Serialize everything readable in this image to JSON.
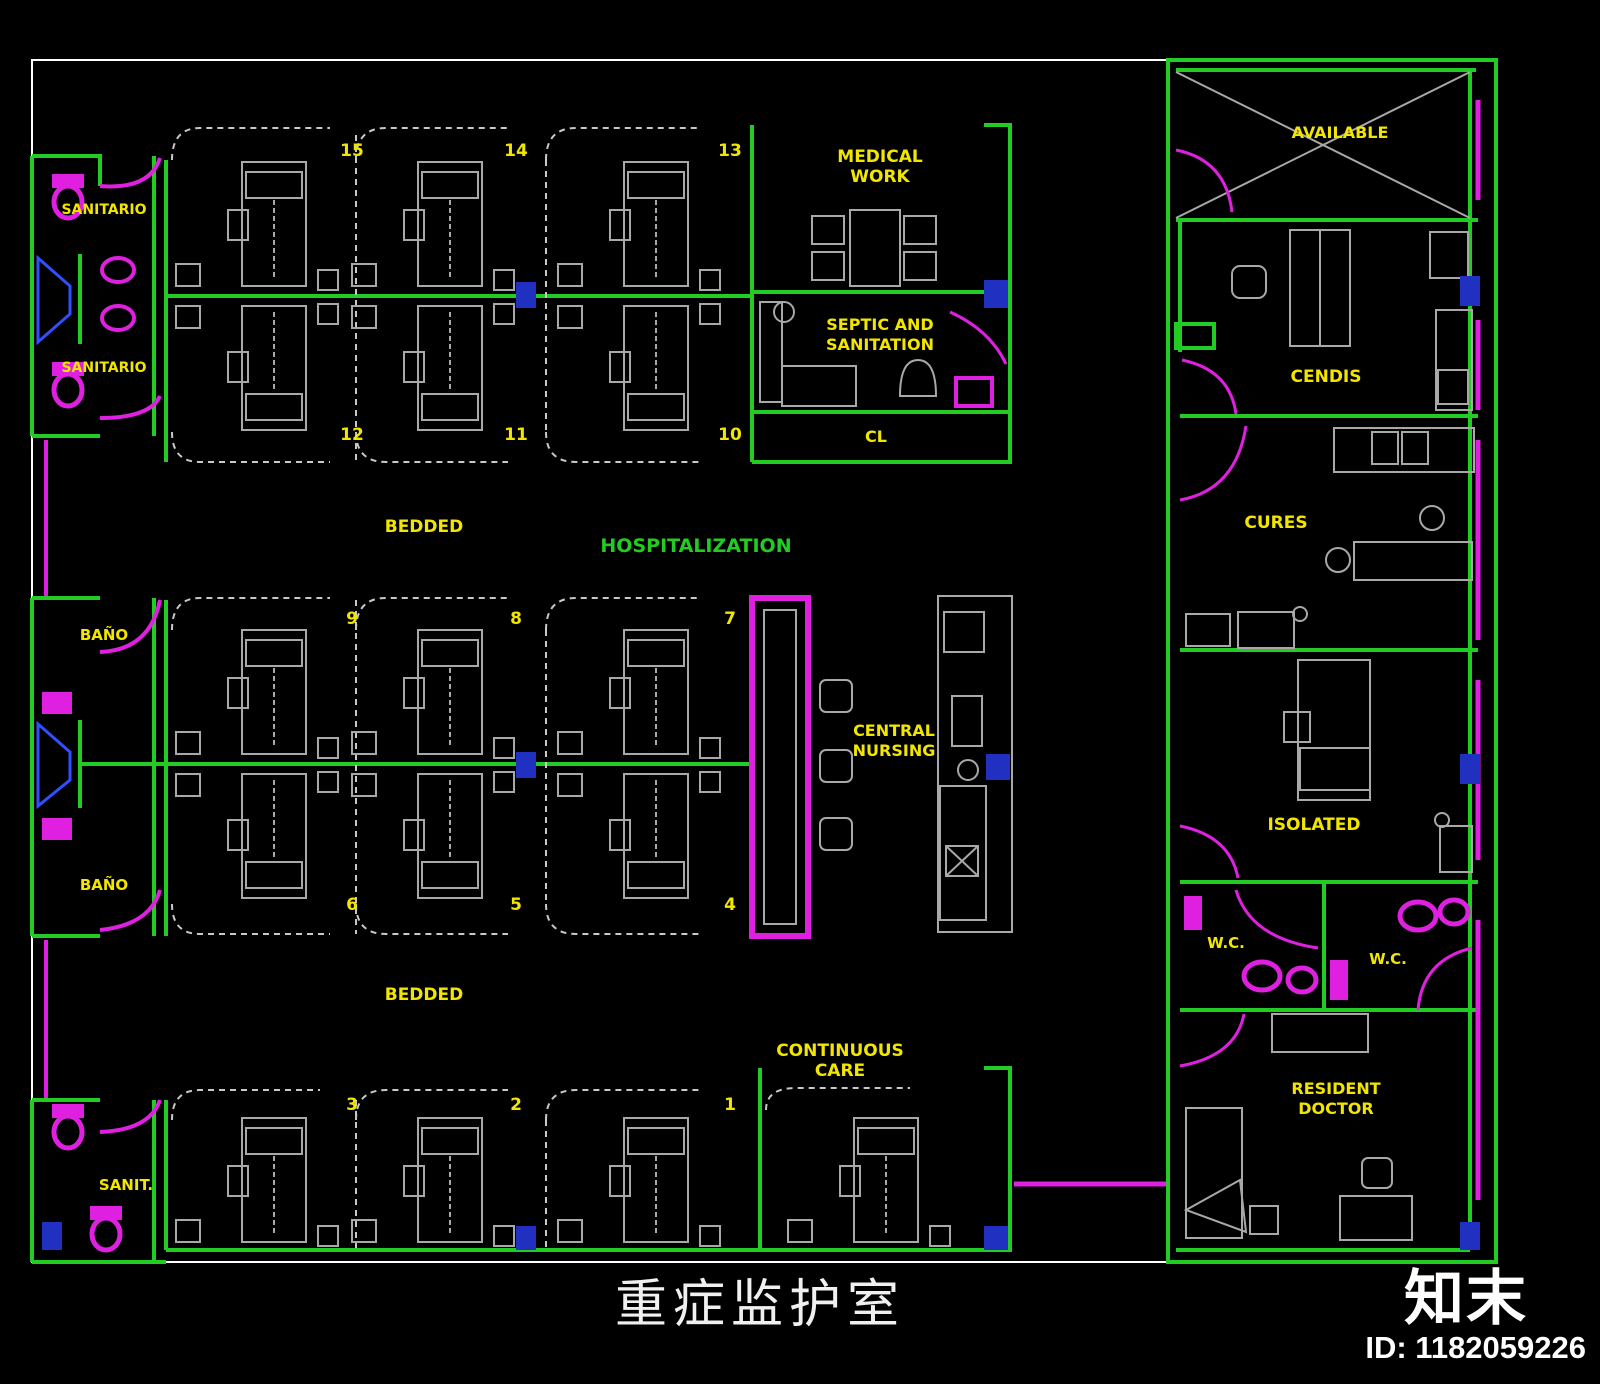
{
  "colors": {
    "background": "#000000",
    "wall": "#22cc22",
    "fixture": "#e020e0",
    "furniture": "#a8a8a8",
    "label": "#f2e600",
    "outline": "#ffffff",
    "column": "#2030c0"
  },
  "labels": {
    "medical_work_1": "MEDICAL",
    "medical_work_2": "WORK",
    "septic_1": "SEPTIC AND",
    "septic_2": "SANITATION",
    "cl": "CL",
    "bedded_top": "BEDDED",
    "bedded_bottom": "BEDDED",
    "hospitalization": "HOSPITALIZATION",
    "central_nursing_1": "CENTRAL",
    "central_nursing_2": "NURSING",
    "continuous_care_1": "CONTINUOUS",
    "continuous_care_2": "CARE",
    "available": "AVAILABLE",
    "cendis": "CENDIS",
    "cures": "CURES",
    "isolated": "ISOLATED",
    "wc_left": "W.C.",
    "wc_right": "W.C.",
    "resident_doctor_1": "RESIDENT",
    "resident_doctor_2": "DOCTOR",
    "sanitario_top": "SANITARIO",
    "sanitario_mid": "SANITARIO",
    "bano_top": "BAÑO",
    "bano_bottom": "BAÑO",
    "sanit": "SANIT."
  },
  "bed_numbers": [
    "15",
    "14",
    "13",
    "12",
    "11",
    "10",
    "9",
    "8",
    "7",
    "6",
    "5",
    "4",
    "3",
    "2",
    "1"
  ],
  "title_cn": "重症监护室",
  "watermark_logo": "知末",
  "image_id": "ID: 1182059226"
}
